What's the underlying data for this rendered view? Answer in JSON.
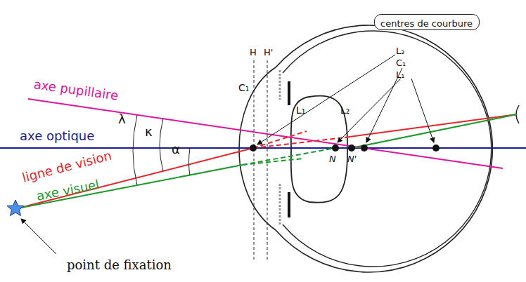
{
  "diagram": {
    "nodes": [
      {
        "text": [
          "centres de courbure"
        ]
      }
    ],
    "edges": [],
    "labels": [
      "axe pupillaire",
      "λ",
      "κ",
      "α",
      "axe optique",
      "ligne de vision",
      "axe visuel",
      "point de fixation",
      "H",
      "H'",
      "C₁",
      "L₁",
      "L₂",
      "N",
      "N'",
      "L₂",
      "C₁",
      "L₁"
    ]
  }
}
